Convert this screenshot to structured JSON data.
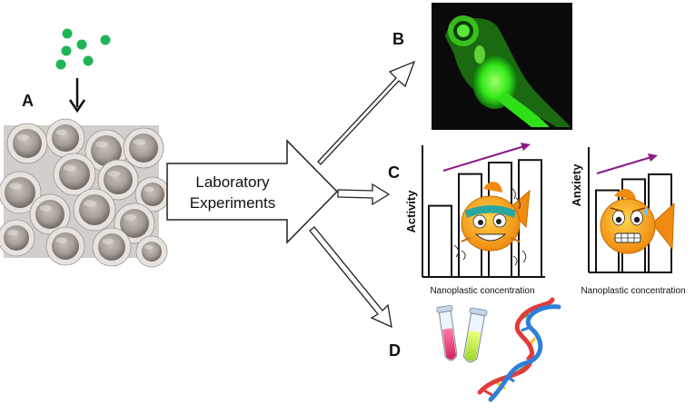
{
  "panel_labels": {
    "a": "A",
    "b": "B",
    "c": "C",
    "d": "D"
  },
  "center": {
    "line1": "Laboratory",
    "line2": "Experiments"
  },
  "charts": {
    "activity": {
      "ylabel": "Activity",
      "xlabel": "Nanoplastic concentration",
      "values": [
        0.56,
        0.81,
        0.9,
        0.92
      ],
      "trend": "increasing"
    },
    "anxiety": {
      "ylabel": "Anxiety",
      "xlabel": "Nanoplastic concentration",
      "values": [
        0.67,
        0.76,
        0.8
      ],
      "trend": "increasing"
    }
  },
  "icons": {
    "particles": "green-nanoplastic-particles-icon",
    "embryos": "zebrafish-embryos-photo",
    "larva": "fluorescent-zebrafish-larva-image",
    "active_fish": "hyperactive-fish-icon",
    "anxious_fish": "anxious-fish-icon",
    "test_tubes": "test-tubes-icon",
    "dna": "dna-helix-icon"
  },
  "colors": {
    "particle_green": "#1fb556",
    "larva_green": "#39ff14",
    "trend_arrow": "#8b1a8b",
    "fish_orange": "#f5a623",
    "dna_red": "#e23b3b",
    "dna_blue": "#2f7fd6"
  }
}
